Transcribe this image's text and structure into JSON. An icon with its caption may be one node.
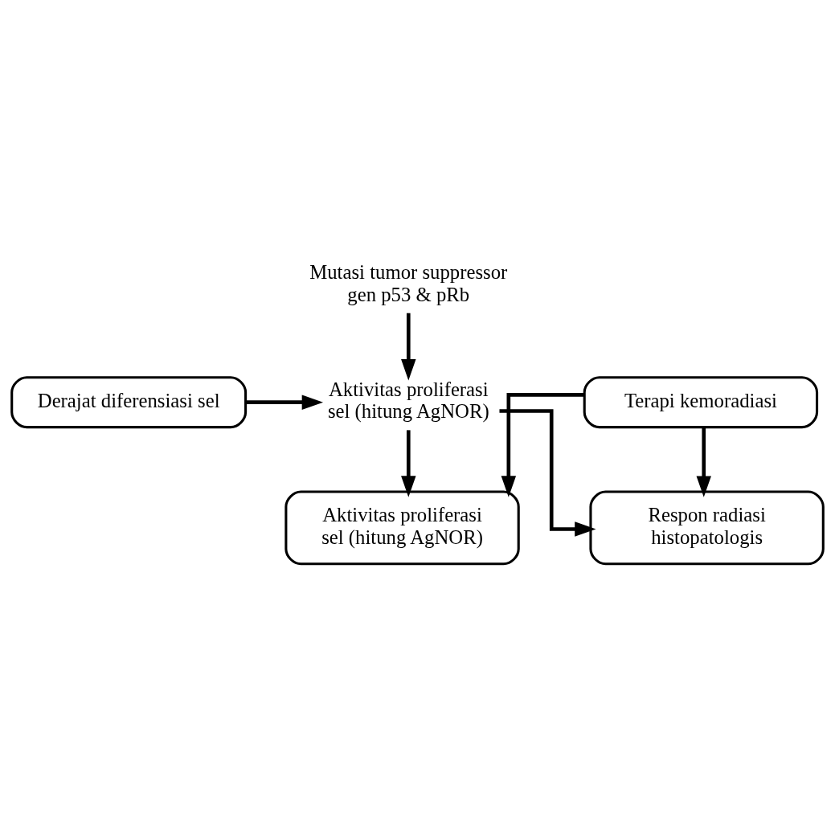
{
  "diagram": {
    "nodes": [
      {
        "text": [
          "Mutasi tumor suppressor gen p53 & pRb"
        ]
      },
      {
        "text": [
          "Derajat diferensiasi sel"
        ]
      },
      {
        "text": [
          "Aktivitas proliferasi sel (hitung AgNOR)"
        ]
      },
      {
        "text": [
          "Terapi kemoradiasi"
        ]
      },
      {
        "text": [
          "Aktivitas proliferasi sel (hitung AgNOR)"
        ]
      },
      {
        "text": [
          "Respon radiasi histopatologis"
        ]
      }
    ],
    "edges": [
      {
        "from": 0,
        "to": 2,
        "arrow": "to"
      },
      {
        "from": 1,
        "to": 2,
        "arrow": "to"
      },
      {
        "from": 2,
        "to": 4,
        "arrow": "to"
      },
      {
        "from": 2,
        "to": 5,
        "arrow": "to"
      },
      {
        "from": 3,
        "to": 4,
        "arrow": "to"
      },
      {
        "from": 3,
        "to": 5,
        "arrow": "to"
      }
    ]
  }
}
